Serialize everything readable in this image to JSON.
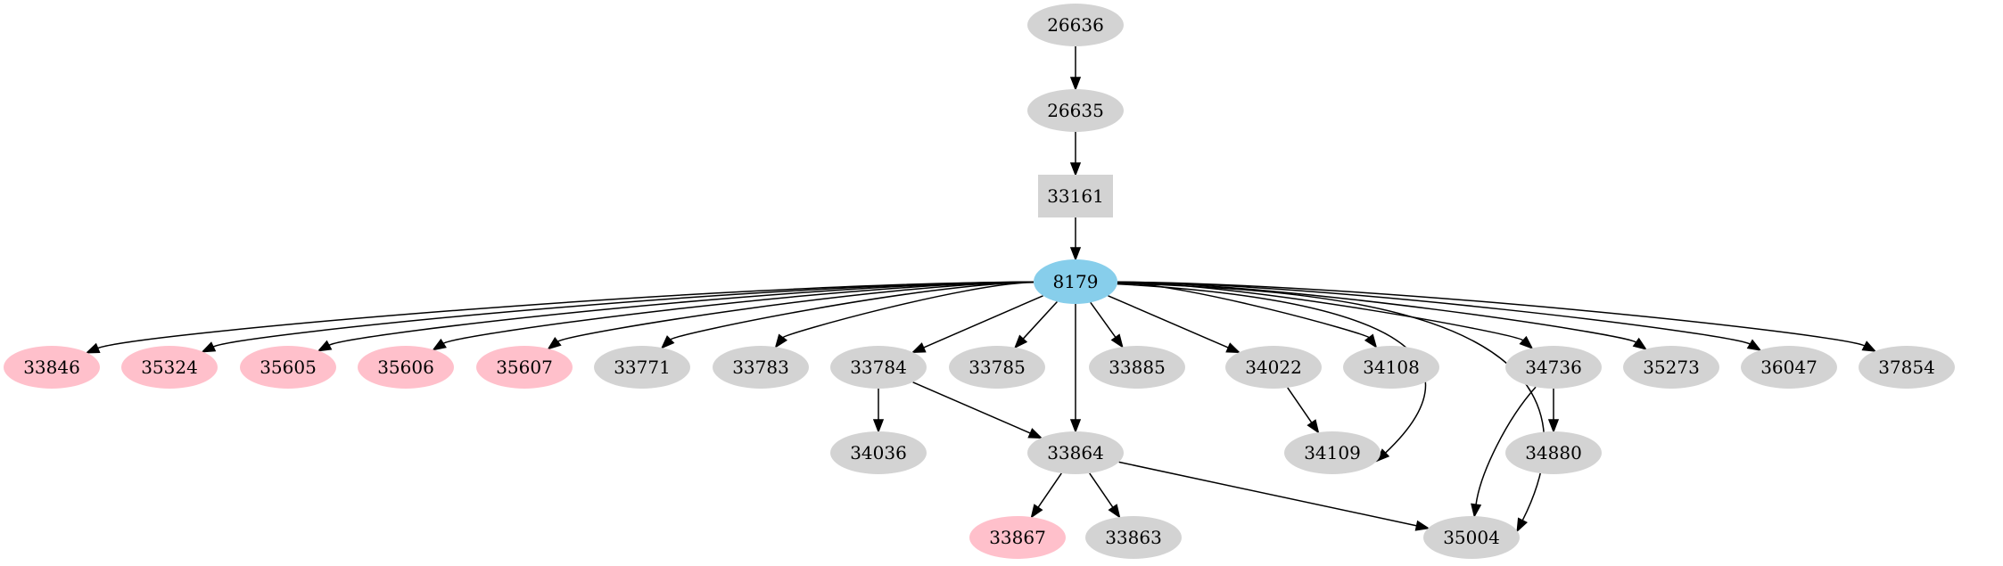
{
  "colors": {
    "default": "#d3d3d3",
    "highlight": "#ffc0cb",
    "focus": "#87ceeb",
    "edge": "#000000"
  },
  "nodes": [
    {
      "id": "n26636",
      "label": "26636",
      "shape": "ellipse",
      "color": "default"
    },
    {
      "id": "n26635",
      "label": "26635",
      "shape": "ellipse",
      "color": "default"
    },
    {
      "id": "n33161",
      "label": "33161",
      "shape": "box",
      "color": "default"
    },
    {
      "id": "n8179",
      "label": "8179",
      "shape": "ellipse",
      "color": "focus"
    },
    {
      "id": "n33846",
      "label": "33846",
      "shape": "ellipse",
      "color": "highlight"
    },
    {
      "id": "n35324",
      "label": "35324",
      "shape": "ellipse",
      "color": "highlight"
    },
    {
      "id": "n35605",
      "label": "35605",
      "shape": "ellipse",
      "color": "highlight"
    },
    {
      "id": "n35606",
      "label": "35606",
      "shape": "ellipse",
      "color": "highlight"
    },
    {
      "id": "n35607",
      "label": "35607",
      "shape": "ellipse",
      "color": "highlight"
    },
    {
      "id": "n33771",
      "label": "33771",
      "shape": "ellipse",
      "color": "default"
    },
    {
      "id": "n33783",
      "label": "33783",
      "shape": "ellipse",
      "color": "default"
    },
    {
      "id": "n33784",
      "label": "33784",
      "shape": "ellipse",
      "color": "default"
    },
    {
      "id": "n33785",
      "label": "33785",
      "shape": "ellipse",
      "color": "default"
    },
    {
      "id": "n33885",
      "label": "33885",
      "shape": "ellipse",
      "color": "default"
    },
    {
      "id": "n34022",
      "label": "34022",
      "shape": "ellipse",
      "color": "default"
    },
    {
      "id": "n34108",
      "label": "34108",
      "shape": "ellipse",
      "color": "default"
    },
    {
      "id": "n34736",
      "label": "34736",
      "shape": "ellipse",
      "color": "default"
    },
    {
      "id": "n35273",
      "label": "35273",
      "shape": "ellipse",
      "color": "default"
    },
    {
      "id": "n36047",
      "label": "36047",
      "shape": "ellipse",
      "color": "default"
    },
    {
      "id": "n37854",
      "label": "37854",
      "shape": "ellipse",
      "color": "default"
    },
    {
      "id": "n34036",
      "label": "34036",
      "shape": "ellipse",
      "color": "default"
    },
    {
      "id": "n33864",
      "label": "33864",
      "shape": "ellipse",
      "color": "default"
    },
    {
      "id": "n34109",
      "label": "34109",
      "shape": "ellipse",
      "color": "default"
    },
    {
      "id": "n34880",
      "label": "34880",
      "shape": "ellipse",
      "color": "default"
    },
    {
      "id": "n33867",
      "label": "33867",
      "shape": "ellipse",
      "color": "highlight"
    },
    {
      "id": "n33863",
      "label": "33863",
      "shape": "ellipse",
      "color": "default"
    },
    {
      "id": "n35004",
      "label": "35004",
      "shape": "ellipse",
      "color": "default"
    }
  ],
  "edges": [
    {
      "from": "n26636",
      "to": "n26635"
    },
    {
      "from": "n26635",
      "to": "n33161"
    },
    {
      "from": "n33161",
      "to": "n8179"
    },
    {
      "from": "n8179",
      "to": "n33846"
    },
    {
      "from": "n8179",
      "to": "n35324"
    },
    {
      "from": "n8179",
      "to": "n35605"
    },
    {
      "from": "n8179",
      "to": "n35606"
    },
    {
      "from": "n8179",
      "to": "n35607"
    },
    {
      "from": "n8179",
      "to": "n33771"
    },
    {
      "from": "n8179",
      "to": "n33783"
    },
    {
      "from": "n8179",
      "to": "n33784"
    },
    {
      "from": "n8179",
      "to": "n33785"
    },
    {
      "from": "n8179",
      "to": "n33864"
    },
    {
      "from": "n8179",
      "to": "n33885"
    },
    {
      "from": "n8179",
      "to": "n34022"
    },
    {
      "from": "n8179",
      "to": "n34108"
    },
    {
      "from": "n8179",
      "to": "n34109"
    },
    {
      "from": "n8179",
      "to": "n34736"
    },
    {
      "from": "n8179",
      "to": "n35004"
    },
    {
      "from": "n8179",
      "to": "n35273"
    },
    {
      "from": "n8179",
      "to": "n36047"
    },
    {
      "from": "n8179",
      "to": "n37854"
    },
    {
      "from": "n33784",
      "to": "n34036"
    },
    {
      "from": "n33784",
      "to": "n33864"
    },
    {
      "from": "n34022",
      "to": "n34109"
    },
    {
      "from": "n34736",
      "to": "n34880"
    },
    {
      "from": "n34736",
      "to": "n35004"
    },
    {
      "from": "n33864",
      "to": "n33867"
    },
    {
      "from": "n33864",
      "to": "n33863"
    },
    {
      "from": "n33864",
      "to": "n35004"
    }
  ]
}
